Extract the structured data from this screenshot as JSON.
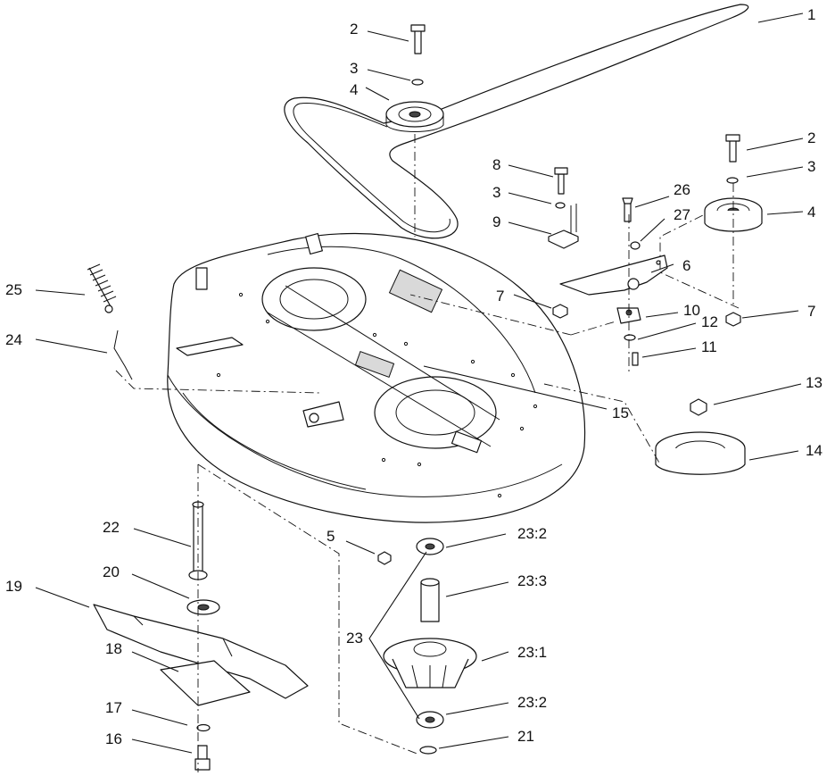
{
  "callouts": {
    "c1": "1",
    "c2a": "2",
    "c2b": "2",
    "c3a": "3",
    "c3b": "3",
    "c3c": "3",
    "c4a": "4",
    "c4b": "4",
    "c5": "5",
    "c6": "6",
    "c7a": "7",
    "c7b": "7",
    "c8": "8",
    "c9": "9",
    "c10": "10",
    "c11": "11",
    "c12": "12",
    "c13": "13",
    "c14": "14",
    "c15": "15",
    "c16": "16",
    "c17": "17",
    "c18": "18",
    "c19": "19",
    "c20": "20",
    "c21": "21",
    "c22": "22",
    "c23": "23",
    "c23_1": "23:1",
    "c23_2a": "23:2",
    "c23_2b": "23:2",
    "c23_3": "23:3",
    "c24": "24",
    "c25": "25",
    "c26": "26",
    "c27": "27"
  },
  "colors": {
    "line": "#111111",
    "background": "#ffffff",
    "shade": "#d9d9d9"
  }
}
